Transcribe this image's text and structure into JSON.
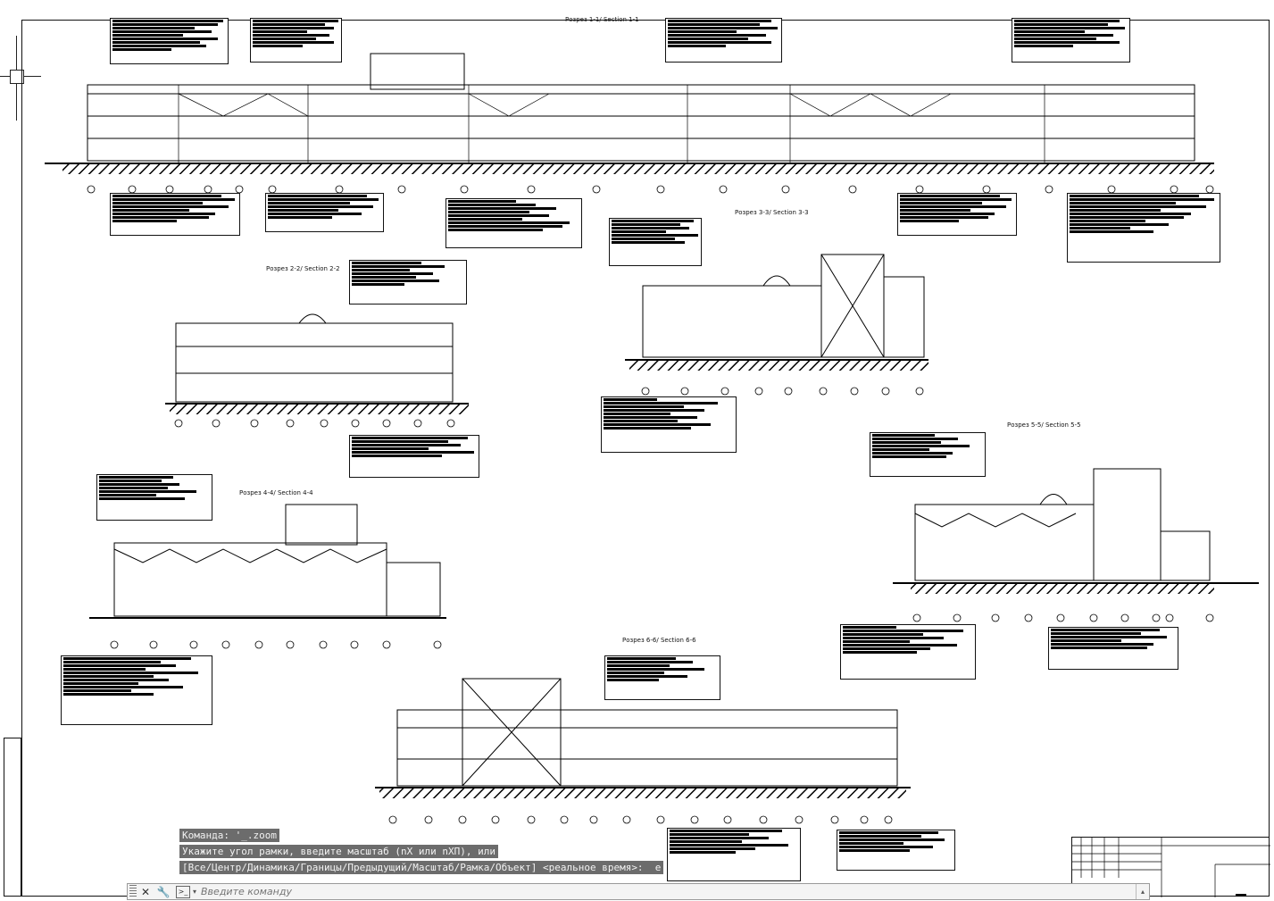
{
  "drawing": {
    "section_titles": [
      "Розрез 1-1/ Section 1-1",
      "Розрез 2-2/ Section 2-2",
      "Розрез 3-3/ Section 3-3",
      "Розрез 4-4/ Section 4-4",
      "Розрез 5-5/ Section 5-5",
      "Розрез 6-6/ Section 6-6"
    ]
  },
  "command": {
    "history": [
      "Команда: '_.zoom",
      "Укажите угол рамки, введите масштаб (nX или nXП), или",
      "[Все/Центр/Динамика/Границы/Предыдущий/Масштаб/Рамка/Объект] <реальное время>:  e"
    ],
    "placeholder": "Введите команду",
    "icons": {
      "close": "close-icon",
      "customize": "wrench-icon",
      "prompt": "command-prompt-icon"
    }
  },
  "colors": {
    "background": "#ffffff",
    "linework": "#000000",
    "command_history_bg": "#5f5f5f",
    "command_bar_bg": "#f4f4f4"
  }
}
